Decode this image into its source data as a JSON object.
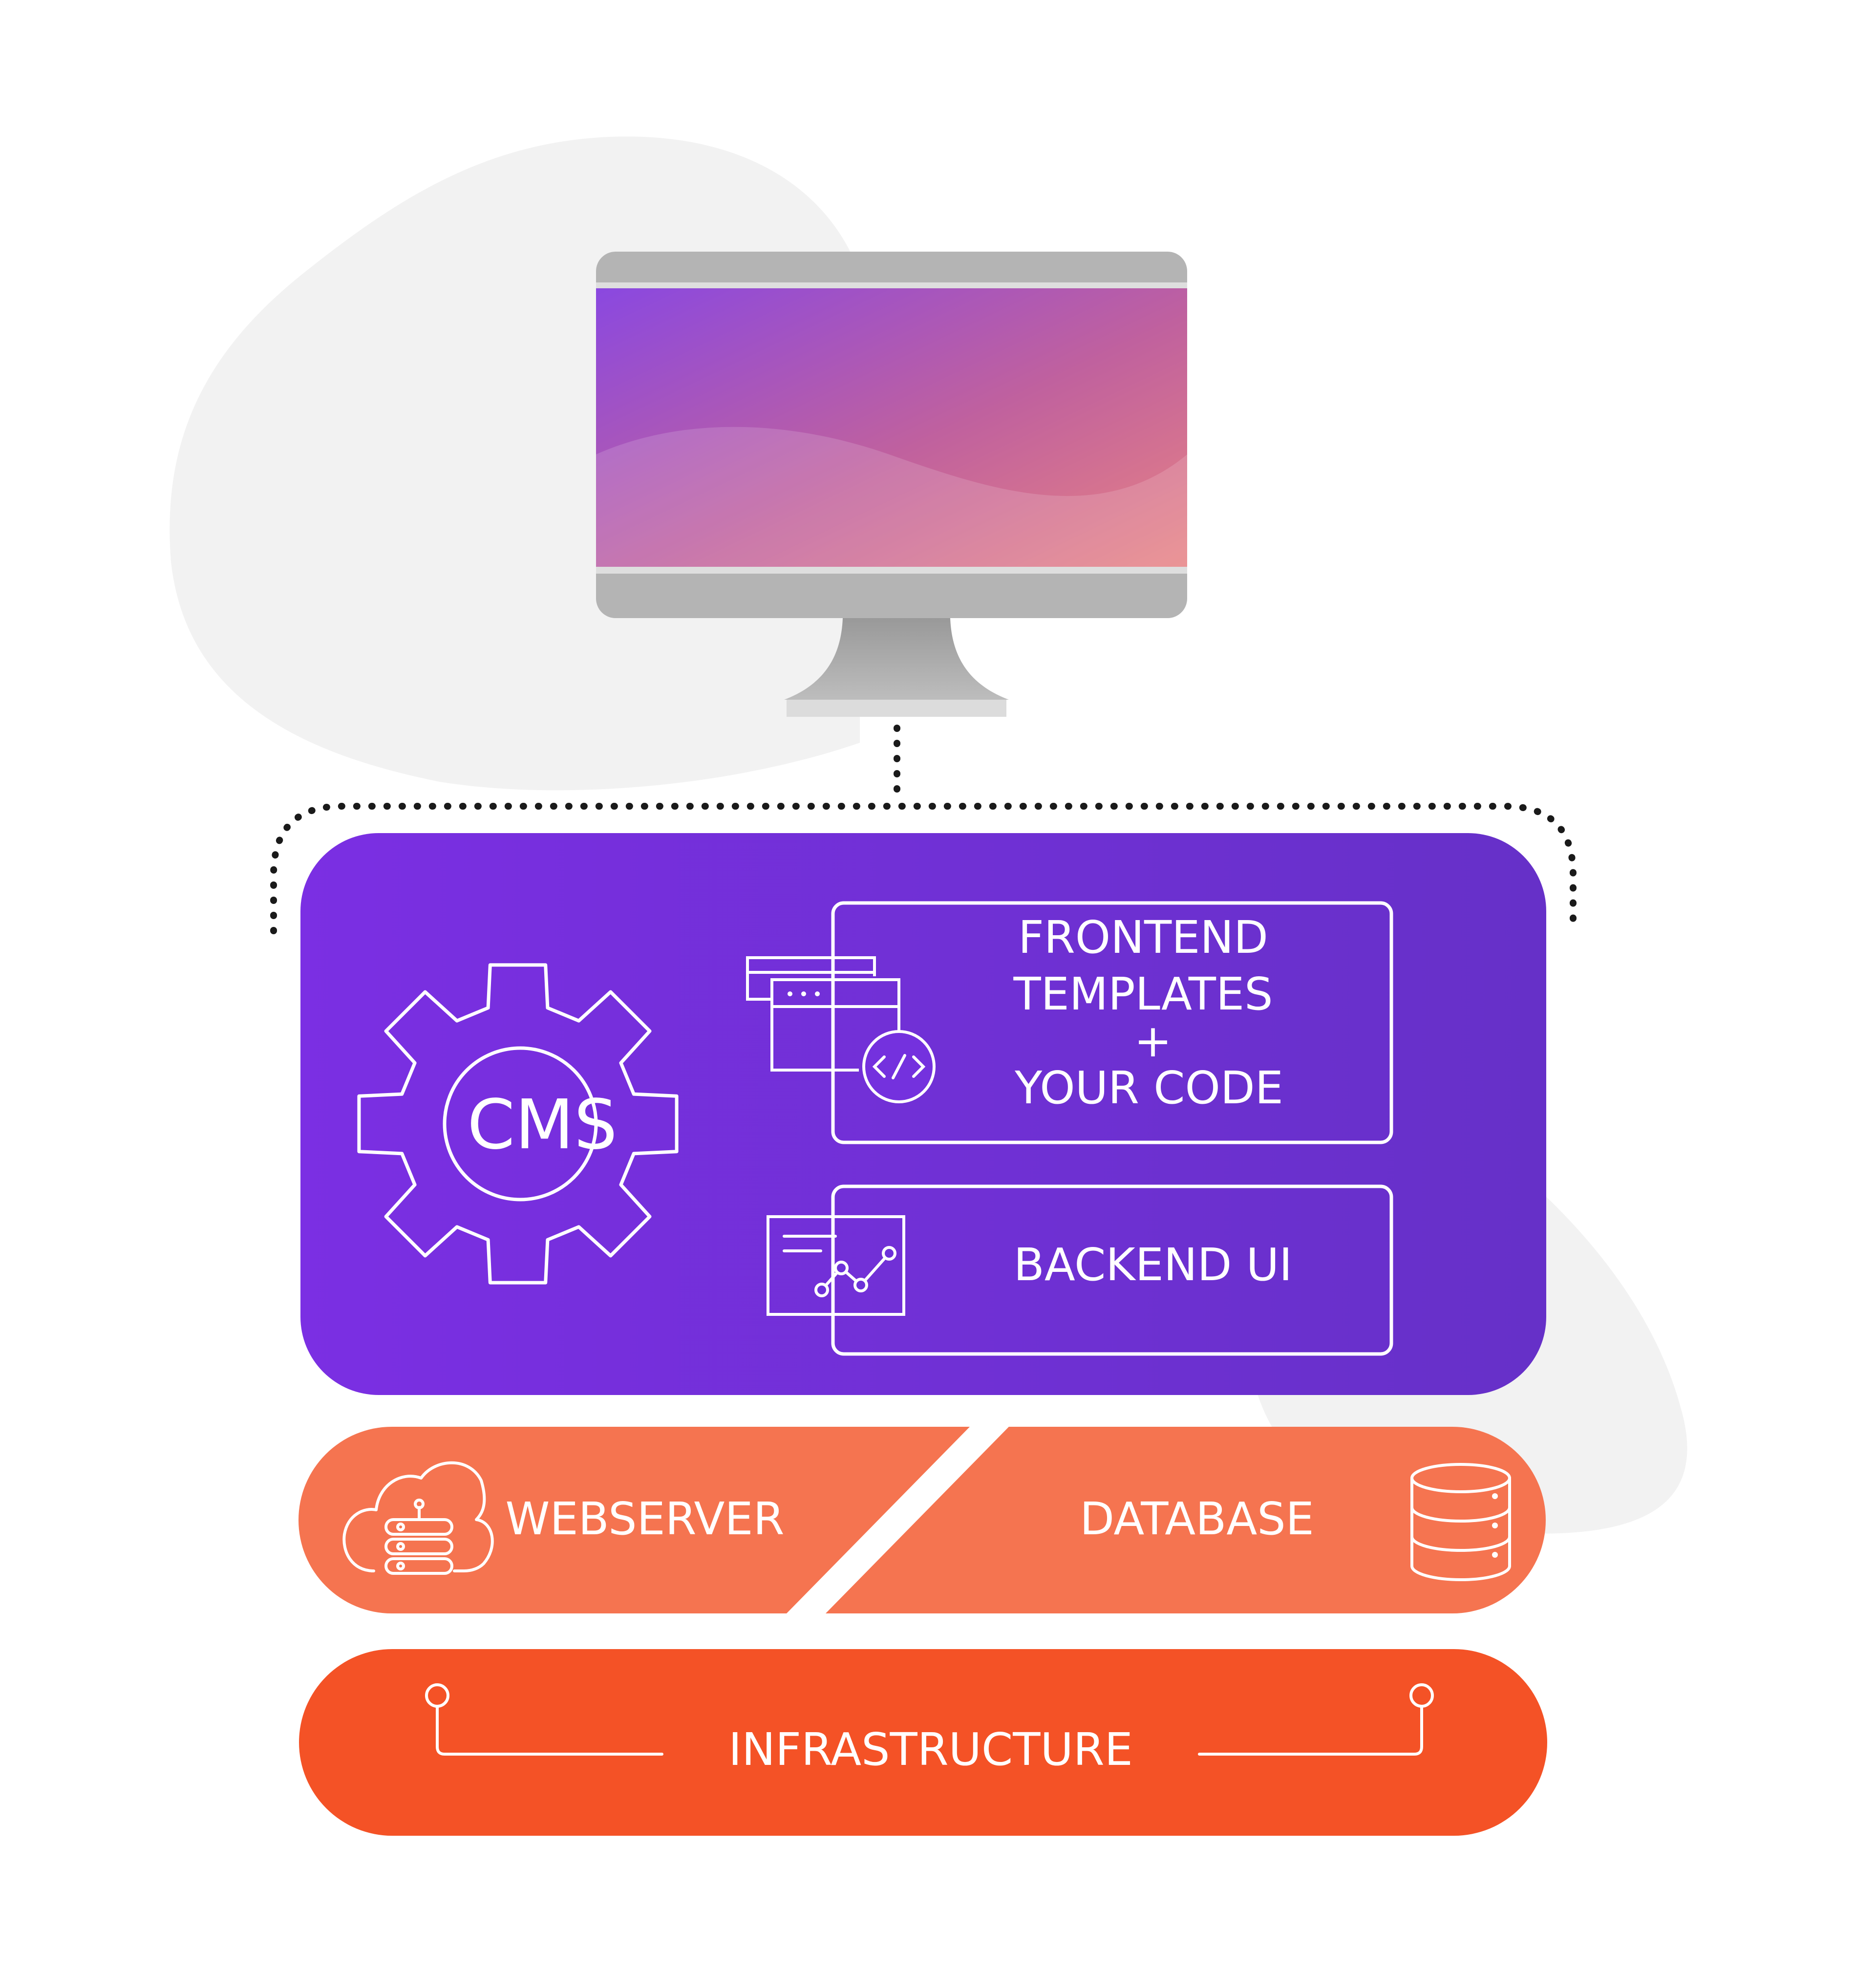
{
  "cms": {
    "gear_label": "CMS",
    "frontend_lines": [
      "FRONTEND",
      "TEMPLATES",
      "+",
      "YOUR CODE"
    ],
    "backend_label": "BACKEND UI"
  },
  "services": {
    "webserver_label": "WEBSERVER",
    "database_label": "DATABASE"
  },
  "infrastructure": {
    "label": "INFRASTRUCTURE"
  },
  "icons": {
    "monitor": "monitor-icon",
    "gear": "gear-icon",
    "code_windows": "code-windows-icon",
    "dashboard_chart": "dashboard-chart-icon",
    "cloud_server": "cloud-server-icon",
    "database": "database-icon"
  },
  "colors": {
    "cms_purple_start": "#7b2fe3",
    "cms_purple_end": "#6630c8",
    "service_orange": "#f57450",
    "infrastructure_orange": "#f45226",
    "background_blob": "#f2f2f2",
    "monitor_gray": "#b4b4b4"
  }
}
